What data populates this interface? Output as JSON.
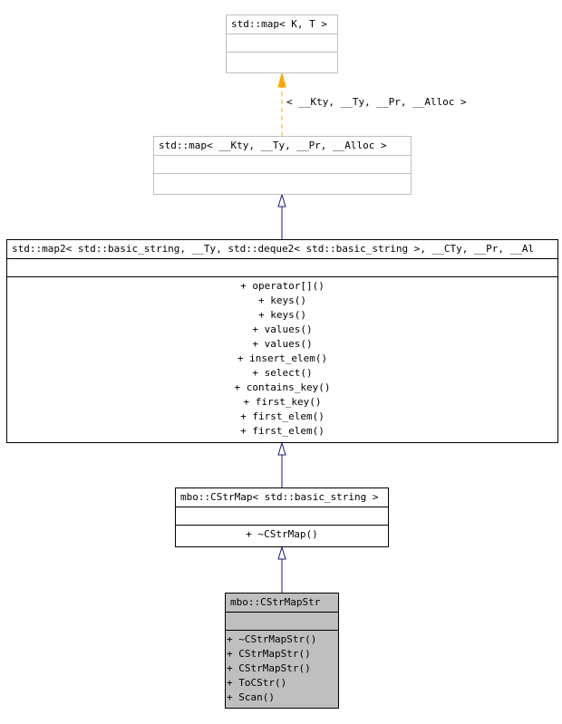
{
  "classes": {
    "map_kt": {
      "title": "std::map< K, T >",
      "operations": []
    },
    "map_kty": {
      "title": "std::map< __Kty, __Ty, __Pr, __Alloc >",
      "operations": []
    },
    "map2": {
      "title": "std::map2< std::basic_string, __Ty, std::deque2< std::basic_string >, __CTy, __Pr, __Al",
      "operations": [
        "+ operator[]()",
        "+ keys()",
        "+ keys()",
        "+ values()",
        "+ values()",
        "+ insert_elem()",
        "+ select()",
        "+ contains_key()",
        "+ first_key()",
        "+ first_elem()",
        "+ first_elem()"
      ]
    },
    "cstrmap": {
      "title": "mbo::CStrMap< std::basic_string >",
      "operations": [
        "+ ~CStrMap()"
      ]
    },
    "cstrmapstr": {
      "title": "mbo::CStrMapStr",
      "operations": [
        "+ ~CStrMapStr()",
        "+ CStrMapStr()",
        "+ CStrMapStr()",
        "+ ToCStr()",
        "+ Scan()"
      ]
    }
  },
  "template_binding": "< __Kty, __Ty, __Pr, __Alloc >",
  "colors": {
    "template_edge": "#ffa500",
    "inheritance_edge": "#191970",
    "focus_fill": "#bfbfbf"
  }
}
